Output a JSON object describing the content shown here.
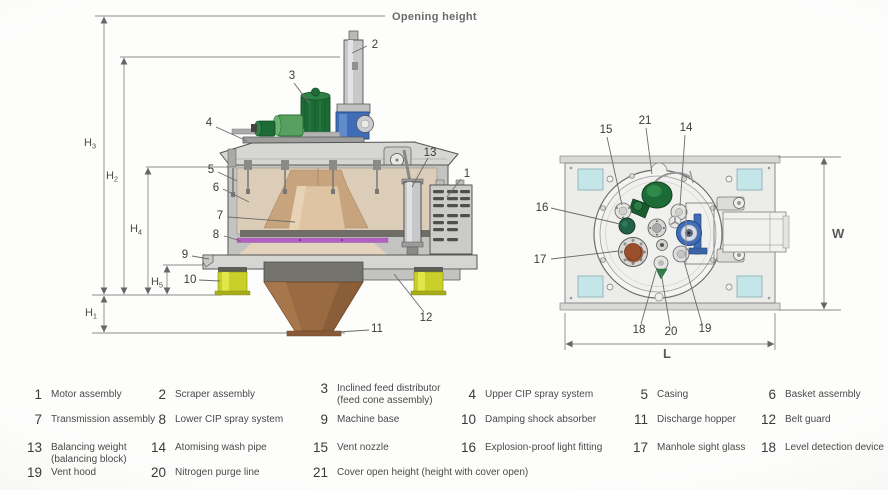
{
  "drawing": {
    "opening_height_label": "Opening height",
    "width_label": "W",
    "length_label": "L",
    "height_dims": [
      {
        "id": "H3",
        "base": "H",
        "sub": "3"
      },
      {
        "id": "H2",
        "base": "H",
        "sub": "2"
      },
      {
        "id": "H4",
        "base": "H",
        "sub": "4"
      },
      {
        "id": "H5",
        "base": "H",
        "sub": "5"
      },
      {
        "id": "H1",
        "base": "H",
        "sub": "1"
      }
    ],
    "side_callouts": [
      "2",
      "3",
      "4",
      "5",
      "6",
      "7",
      "8",
      "9",
      "10",
      "11",
      "12",
      "13",
      "1"
    ],
    "top_callouts": [
      "15",
      "21",
      "14",
      "16",
      "17",
      "18",
      "20",
      "19"
    ]
  },
  "legend": {
    "items": [
      {
        "num": "1",
        "label": "Motor assembly"
      },
      {
        "num": "2",
        "label": "Scraper assembly"
      },
      {
        "num": "3",
        "label": "Inclined feed distributor",
        "label2": "(feed cone assembly)"
      },
      {
        "num": "4",
        "label": "Upper CIP spray system"
      },
      {
        "num": "5",
        "label": "Casing"
      },
      {
        "num": "6",
        "label": "Basket assembly"
      },
      {
        "num": "7",
        "label": "Transmission assembly"
      },
      {
        "num": "8",
        "label": "Lower CIP spray system"
      },
      {
        "num": "9",
        "label": "Machine base"
      },
      {
        "num": "10",
        "label": "Damping shock absorber"
      },
      {
        "num": "11",
        "label": "Discharge hopper"
      },
      {
        "num": "12",
        "label": "Belt guard"
      },
      {
        "num": "13",
        "label": "Balancing weight",
        "label2": "(balancing block)"
      },
      {
        "num": "14",
        "label": "Atomising wash pipe"
      },
      {
        "num": "15",
        "label": "Vent nozzle"
      },
      {
        "num": "16",
        "label": "Explosion-proof light fitting"
      },
      {
        "num": "17",
        "label": "Manhole sight glass"
      },
      {
        "num": "18",
        "label": "Level detection device"
      },
      {
        "num": "19",
        "label": "Vent hood"
      },
      {
        "num": "20",
        "label": "Nitrogen purge line"
      },
      {
        "num": "21",
        "label": "Cover open height (height with cover open)"
      }
    ]
  },
  "colors": {
    "motor_green": "#1d6b37",
    "gearbox_green": "#58a05f",
    "actuator_blue": "#3f6db8",
    "damper_yellow": "#c9d02a",
    "hopper_brown": "#9a6a43",
    "cip_purple": "#b161c0",
    "pad_teal": "#c5e6e8",
    "manhole_brown": "#9c4f2c"
  }
}
